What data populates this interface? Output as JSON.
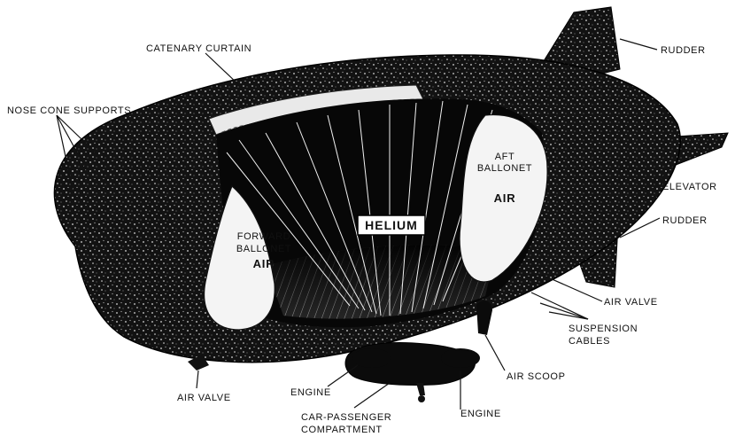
{
  "labels": {
    "catenary_curtain": "CATENARY CURTAIN",
    "rudder_top": "RUDDER",
    "nose_cone_supports": "NOSE CONE SUPPORTS",
    "elevator": "ELEVATOR",
    "rudder_lower": "RUDDER",
    "aft_ballonet_1": "AFT",
    "aft_ballonet_2": "BALLONET",
    "aft_air": "AIR",
    "helium": "HELIUM",
    "forward_ballonet_1": "FORWARD",
    "forward_ballonet_2": "BALLONET",
    "forward_air": "AIR",
    "air_valve_right": "AIR VALVE",
    "suspension_cables_1": "SUSPENSION",
    "suspension_cables_2": "CABLES",
    "air_scoop": "AIR SCOOP",
    "air_valve_left": "AIR VALVE",
    "engine_left": "ENGINE",
    "engine_right": "ENGINE",
    "car_passenger_1": "CAR-PASSENGER",
    "car_passenger_2": "COMPARTMENT"
  },
  "colors": {
    "hull": "#111111",
    "ballonet": "#f4f4f4",
    "background": "#ffffff"
  }
}
